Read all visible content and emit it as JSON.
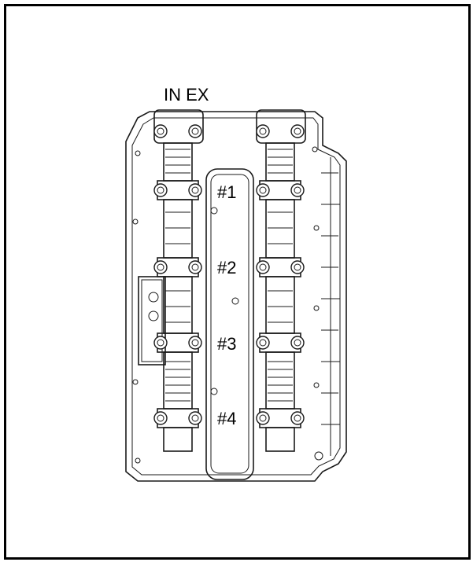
{
  "labels": {
    "camshaft_header": "IN EX",
    "cap_1": "#1",
    "cap_2": "#2",
    "cap_3": "#3",
    "cap_4": "#4"
  },
  "colors": {
    "line": "#1a1a1a",
    "border": "#000000",
    "background": "#ffffff"
  }
}
